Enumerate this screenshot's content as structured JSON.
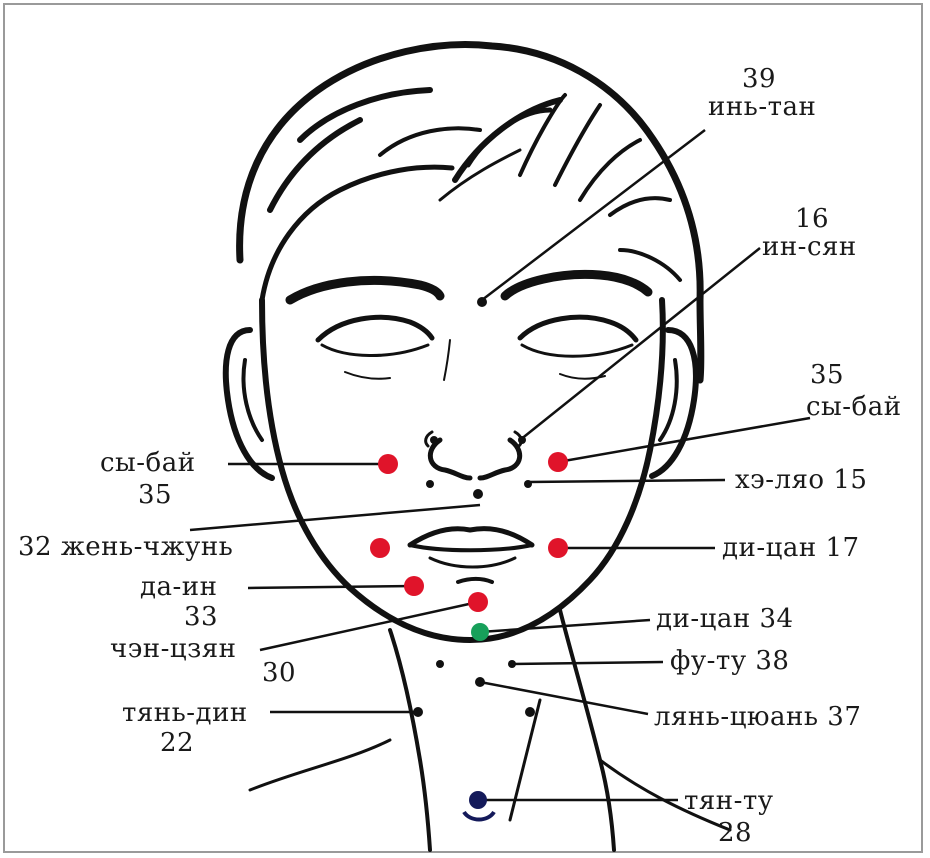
{
  "labels": {
    "yin_tang_num": "39",
    "yin_tang": "инь-тан",
    "ying_xiang_num": "16",
    "ying_xiang": "ин-сян",
    "si_bai_r_num": "35",
    "si_bai_r": "сы-бай",
    "si_bai_l": "сы-бай",
    "si_bai_l_num": "35",
    "he_liao": "хэ-ляо 15",
    "ren_zhong": "32 жень-чжунь",
    "di_cang_r": "ди-цан 17",
    "da_ying": "да-ин",
    "da_ying_num": "33",
    "cheng_jiang": "чэн-цзян",
    "cheng_jiang_num": "30",
    "di_cang_34": "ди-цан 34",
    "fu_tu": "фу-ту 38",
    "tian_ding": "тянь-дин",
    "tian_ding_num": "22",
    "lian_quan": "лянь-цюань 37",
    "tian_tu": "тян-ту",
    "tian_tu_num": "28"
  },
  "colors": {
    "red_point": "#e0142a",
    "green_point": "#17a05a",
    "navy_point": "#141a5a",
    "black_point": "#111111",
    "ink": "#111111"
  }
}
